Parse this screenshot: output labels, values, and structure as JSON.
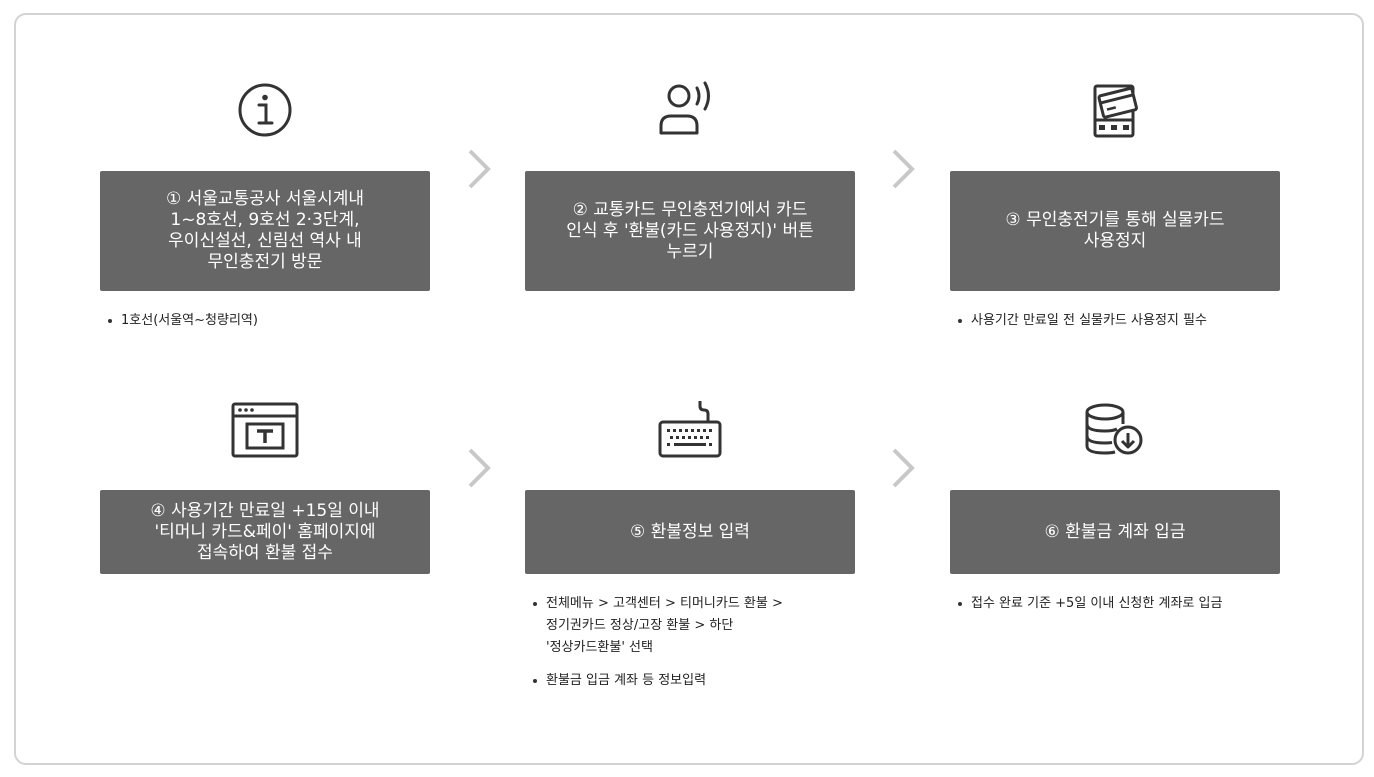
{
  "steps": [
    {
      "icon": "info-icon",
      "text": "① 서울교통공사 서울시계내\n1~8호선, 9호선 2·3단계,\n우이신설선, 신림선 역사 내\n무인충전기 방문",
      "notes": [
        "1호선(서울역~청량리역)"
      ]
    },
    {
      "icon": "voice-user-icon",
      "text": "② 교통카드 무인충전기에서 카드\n인식 후 '환불(카드 사용정지)' 버튼\n누르기",
      "notes": []
    },
    {
      "icon": "card-reader-icon",
      "text": "③ 무인충전기를 통해 실물카드\n사용정지",
      "notes": [
        "사용기간 만료일 전 실물카드 사용정지 필수"
      ]
    },
    {
      "icon": "browser-window-icon",
      "text": "④ 사용기간 만료일 +15일 이내\n'티머니 카드&페이' 홈페이지에\n접속하여 환불 접수",
      "notes": []
    },
    {
      "icon": "keyboard-icon",
      "text": "⑤ 환불정보 입력",
      "notes": [
        "전체메뉴 > 고객센터 > 티머니카드 환불 >\n정기권카드 정상/고장 환불 > 하단\n'정상카드환불' 선택",
        "환불금 입금 계좌 등 정보입력"
      ]
    },
    {
      "icon": "database-download-icon",
      "text": "⑥ 환불금 계좌 입금",
      "notes": [
        "접수 완료 기준 +5일 이내 신청한 계좌로 입금"
      ]
    }
  ],
  "colors": {
    "box_bg": "#666666",
    "box_text": "#ffffff",
    "arrow": "#c8c8c8",
    "icon_stroke": "#333333",
    "frame_border": "#d3d3d3"
  }
}
